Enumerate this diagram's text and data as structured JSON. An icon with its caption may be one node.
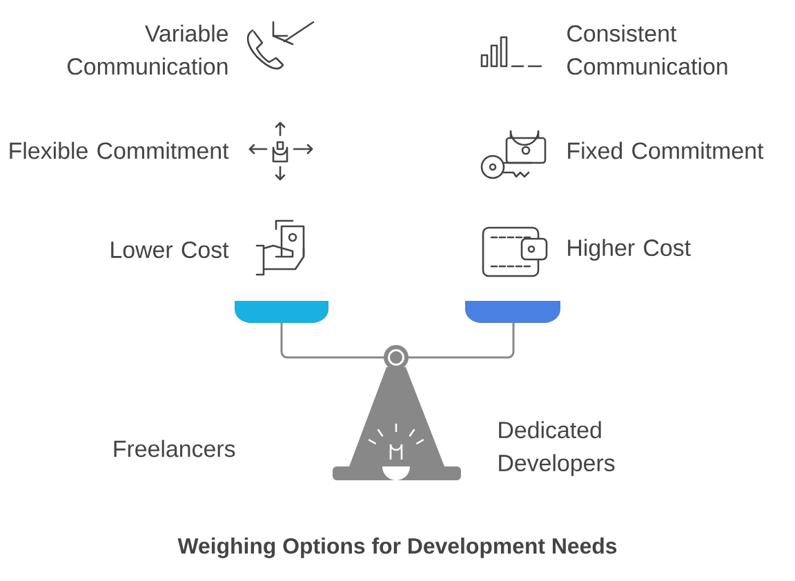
{
  "diagram": {
    "title": "Weighing Options for Development Needs",
    "labels": [
      "Variable Communication",
      "Consistent Communication",
      "Flexible Commitment",
      "Fixed Commitment",
      "Lower Cost",
      "Higher Cost",
      "Freelancers",
      "Dedicated Developers"
    ]
  }
}
